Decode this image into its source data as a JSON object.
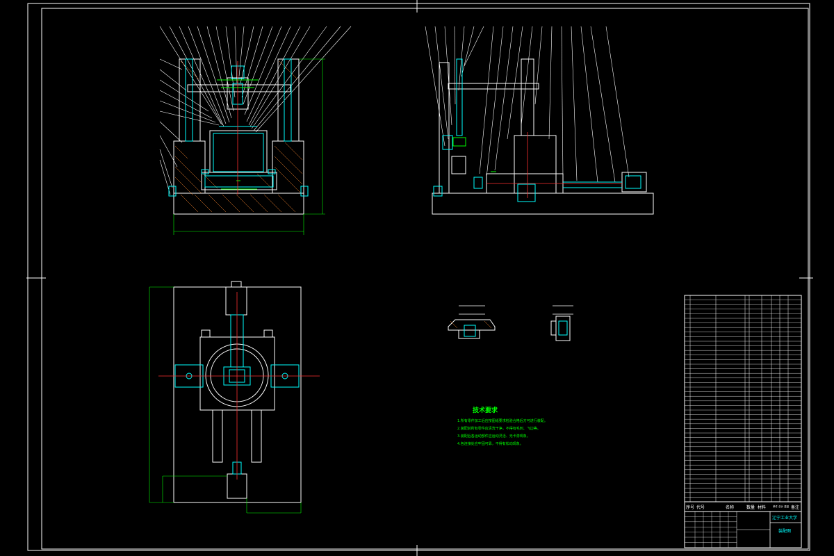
{
  "notes": {
    "title": "技术要求",
    "lines": [
      "1.所有零件加工后应按图纸要求检验合格后方可进行装配。",
      "2.装配前所有零件应清洗干净，不得有毛刺、飞边等。",
      "3.装配后各运动部件应运动灵活、无卡滞现象。",
      "4.各连接处应牢固可靠，不得有松动现象。"
    ]
  },
  "title_block": {
    "header_row": {
      "seq": "序号",
      "code": "代号",
      "name": "名称",
      "qty": "数量",
      "material": "材料",
      "weight": "单件 总计 重量",
      "remark": "备注"
    },
    "school": "辽宁工业大学",
    "drawing_name": "装配图"
  },
  "colors": {
    "frame": "#ffffff",
    "cyan": "#00ffff",
    "green": "#00ff00",
    "red": "#ff3030"
  }
}
